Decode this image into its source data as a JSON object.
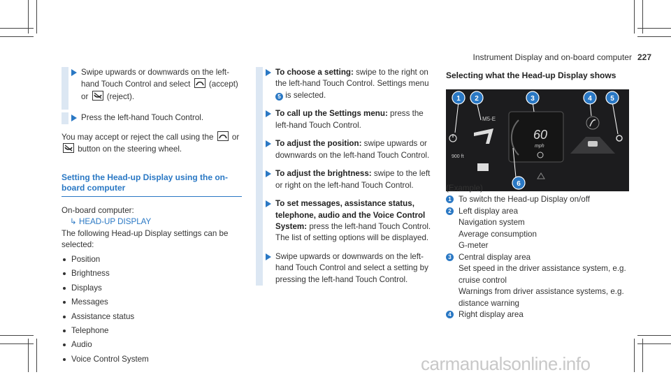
{
  "header": {
    "title": "Instrument Display and on-board computer",
    "page": "227"
  },
  "col1": {
    "step1": {
      "a": "Swipe upwards or downwards on the left-hand Touch Control and select",
      "b": "(accept) or",
      "c": "(reject)."
    },
    "step2": "Press the left-hand Touch Control.",
    "para": {
      "a": "You may accept or reject the call using the",
      "b": "or",
      "c": "button on the steering wheel."
    },
    "section_title": "Setting the Head-up Display using the on-board computer",
    "computer_label": "On-board computer:",
    "menu_path": "HEAD-UP DISPLAY",
    "intro": "The following Head-up Display settings can be selected:",
    "bullets": [
      "Position",
      "Brightness",
      "Displays",
      "Messages",
      "Assistance status",
      "Telephone",
      "Audio",
      "Voice Control System"
    ]
  },
  "col2": {
    "steps": [
      {
        "bold": "To choose a setting:",
        "text": " swipe to the right on the left-hand Touch Control. Settings menu ",
        "num": "5",
        "text2": " is selected."
      },
      {
        "bold": "To call up the Settings menu:",
        "text": " press the left-hand Touch Control.",
        "num": "",
        "text2": ""
      },
      {
        "bold": "To adjust the position:",
        "text": " swipe upwards or downwards on the left-hand Touch Control.",
        "num": "",
        "text2": ""
      },
      {
        "bold": "To adjust the brightness:",
        "text": " swipe to the left or right on the left-hand Touch Control.",
        "num": "",
        "text2": ""
      },
      {
        "bold": "To set messages, assistance status, telephone, audio and the Voice Control System:",
        "text": " press the left-hand Touch Control. The list of setting options will be displayed.",
        "num": "",
        "text2": ""
      },
      {
        "bold": "",
        "text": "Swipe upwards or downwards on the left-hand Touch Control and select a setting by pressing the left-hand Touch Control.",
        "num": "",
        "text2": ""
      }
    ]
  },
  "col3": {
    "title": "Selecting what the Head-up Display shows",
    "figure": {
      "callouts": [
        "1",
        "2",
        "3",
        "4",
        "5",
        "6"
      ],
      "mode": "M5-E",
      "speed": "60",
      "unit": "mph",
      "distance": "900 ft"
    },
    "example": "(Example)",
    "items": [
      {
        "num": "1",
        "lines": [
          "To switch the Head-up Display on/off"
        ]
      },
      {
        "num": "2",
        "lines": [
          "Left display area",
          "Navigation system",
          "Average consumption",
          "G-meter"
        ]
      },
      {
        "num": "3",
        "lines": [
          "Central display area",
          "Set speed in the driver assistance system, e.g. cruise control",
          "Warnings from driver assistance systems, e.g. distance warning"
        ]
      },
      {
        "num": "4",
        "lines": [
          "Right display area"
        ]
      }
    ]
  },
  "watermark": "carmanualsonline.info",
  "colors": {
    "accent": "#2a78c4",
    "bar": "#dce7f3"
  }
}
